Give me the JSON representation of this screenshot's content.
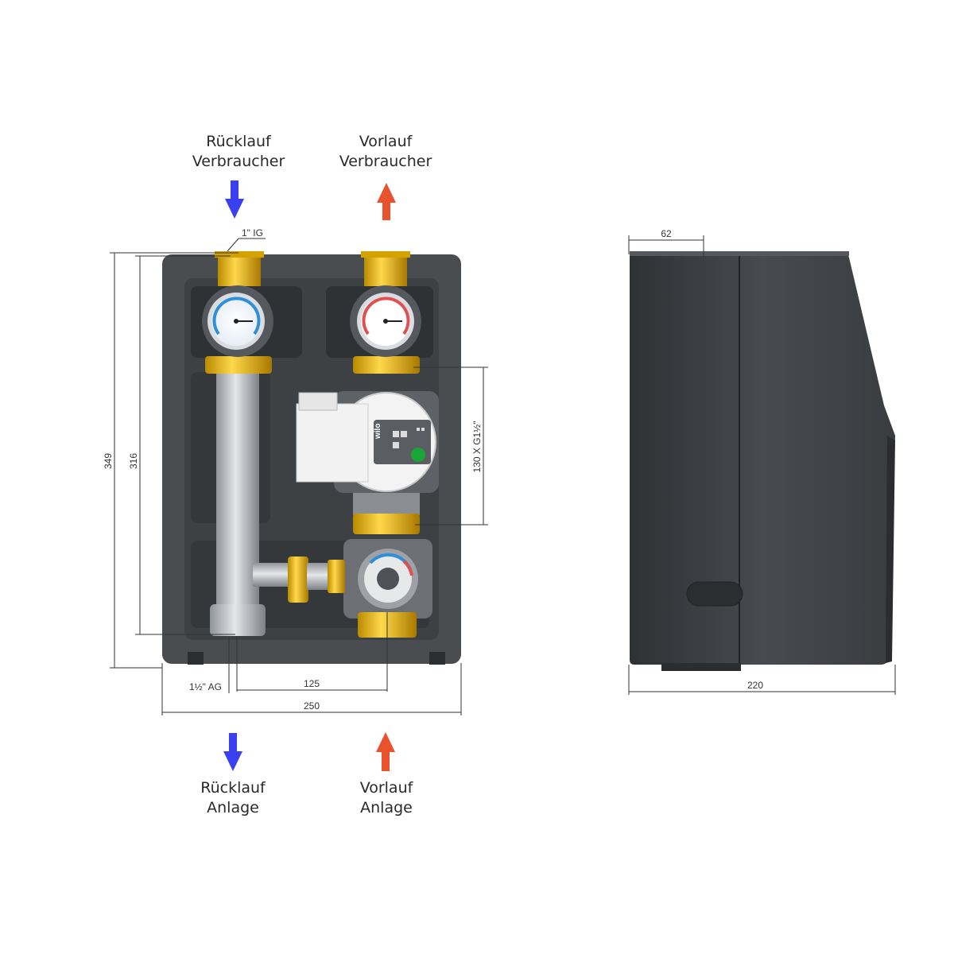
{
  "labels": {
    "return_consumer": {
      "line1": "Rücklauf",
      "line2": "Verbraucher"
    },
    "supply_consumer": {
      "line1": "Vorlauf",
      "line2": "Verbraucher"
    },
    "return_system": {
      "line1": "Rücklauf",
      "line2": "Anlage"
    },
    "supply_system": {
      "line1": "Vorlauf",
      "line2": "Anlage"
    }
  },
  "dimensions": {
    "top_thread": "1\" IG",
    "bottom_thread": "1½\" AG",
    "total_height": "349",
    "inner_height": "316",
    "pump_length": "130 X G1½\"",
    "pipe_spacing": "125",
    "width": "250",
    "side_top": "62",
    "depth": "220"
  },
  "pump_brand": "wilo",
  "colors": {
    "return_arrow": "#3a3ff0",
    "supply_arrow": "#e8532e",
    "insulation": "#4a4d50",
    "cover": "#3b3e41",
    "brass": "#e0b000"
  }
}
